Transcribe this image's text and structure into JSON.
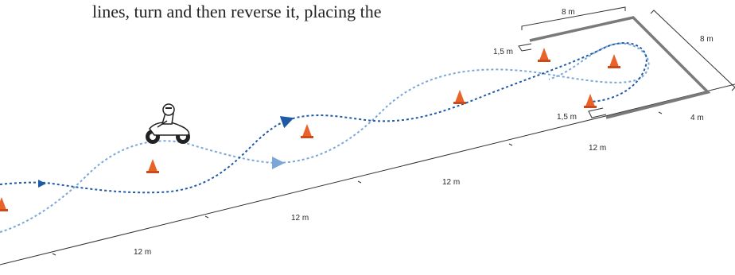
{
  "header": {
    "text": "lines, turn and then reverse it, placing the"
  },
  "dimensions": {
    "seg1": "12 m",
    "seg2": "12 m",
    "seg3": "12 m",
    "seg4": "12 m",
    "end_top_width": "8 m",
    "end_right_length": "8 m",
    "end_bottom_width": "4 m",
    "gap_top": "1,5 m",
    "gap_bottom": "1,5 m"
  },
  "colors": {
    "cone": "#e8622a",
    "path_dark": "#1f5aa6",
    "path_light": "#7aa7d8",
    "boundary": "#7a7a7a",
    "dim_line": "#333333"
  }
}
